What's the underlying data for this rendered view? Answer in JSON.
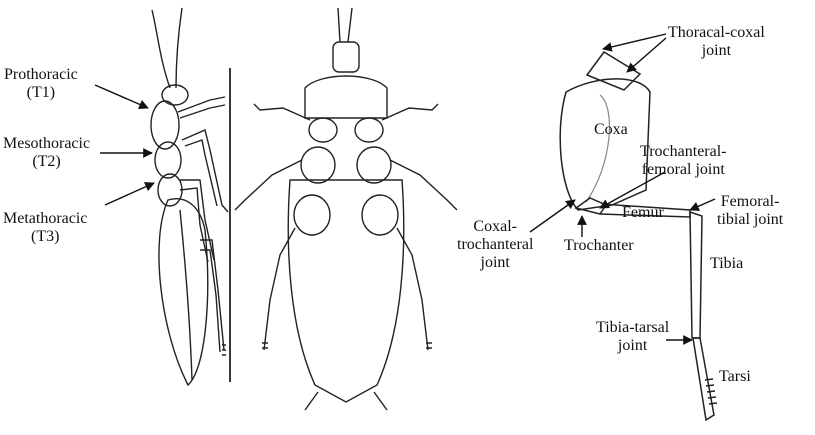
{
  "figure": {
    "left_labels": {
      "prothoracic": {
        "name": "Prothoracic",
        "code": "(T1)"
      },
      "mesothoracic": {
        "name": "Mesothoracic",
        "code": "(T2)"
      },
      "metathoracic": {
        "name": "Metathoracic",
        "code": "(T3)"
      }
    },
    "leg_labels": {
      "thoracal_coxal_joint": [
        "Thoracal-coxal",
        "joint"
      ],
      "coxa": "Coxa",
      "trochanteral_femoral_joint": [
        "Trochanteral-",
        "femoral joint"
      ],
      "femoral_tibial_joint": [
        "Femoral-",
        "tibial joint"
      ],
      "femur": "Femur",
      "coxal_trochanteral_joint": [
        "Coxal-",
        "trochanteral",
        "joint"
      ],
      "trochanter": "Trochanter",
      "tibia": "Tibia",
      "tibia_tarsal_joint": [
        "Tibia-tarsal",
        "joint"
      ],
      "tarsi": "Tarsi"
    }
  }
}
